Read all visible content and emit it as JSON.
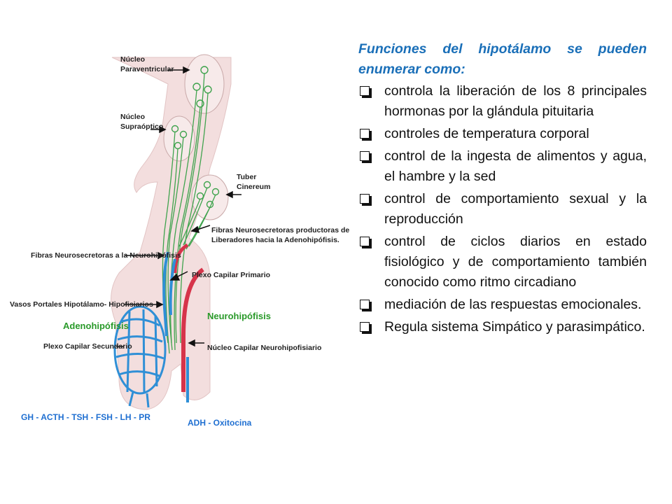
{
  "diagram": {
    "labels": {
      "nucleo_paraventricular": [
        "Núcleo",
        "Paraventricular"
      ],
      "nucleo_supraoptico": [
        "Núcleo",
        "Supraóptico"
      ],
      "tuber_cinereum": [
        "Tuber",
        "Cinereum"
      ],
      "fibras_factores": [
        "Fibras Neurosecretoras productoras de Factores",
        "Liberadores hacia la Adenohipófisis."
      ],
      "fibras_neurohipofisis": "Fibras Neurosecretoras a la Neurohipófisis",
      "plexo_primario": "Plexo Capilar Primario",
      "vasos_portales": "Vasos Portales Hipotálamo- Hipofisiarios",
      "neurohipofisis": "Neurohipófisis",
      "adenohipofisis": "Adenohipófisis",
      "plexo_secundario": "Plexo Capilar Secundario",
      "nucleo_capilar": "Núcleo Capilar Neurohipofisiario",
      "hormonas_adeno": "GH - ACTH - TSH - FSH - LH - PR",
      "hormonas_neuro": "ADH - Oxitocina"
    },
    "colors": {
      "tissue": "#f3dede",
      "fibers": "#3fa34d",
      "portal": "#2f8fd6",
      "artery": "#d6344a"
    }
  },
  "panel": {
    "heading": "Funciones del hipotálamo se pueden enumerar como:",
    "items": [
      "controla la liberación de los 8 principales hormonas por la glándula pituitaria",
      "controles de temperatura corporal",
      "control de la ingesta de alimentos y agua, el hambre y la sed",
      "control de comportamiento sexual y la reproducción",
      "control de ciclos diarios en estado fisiológico y de comportamiento también conocido como ritmo circadiano",
      "mediación de las respuestas emocionales.",
      "Regula sistema Simpático y parasimpático."
    ]
  }
}
